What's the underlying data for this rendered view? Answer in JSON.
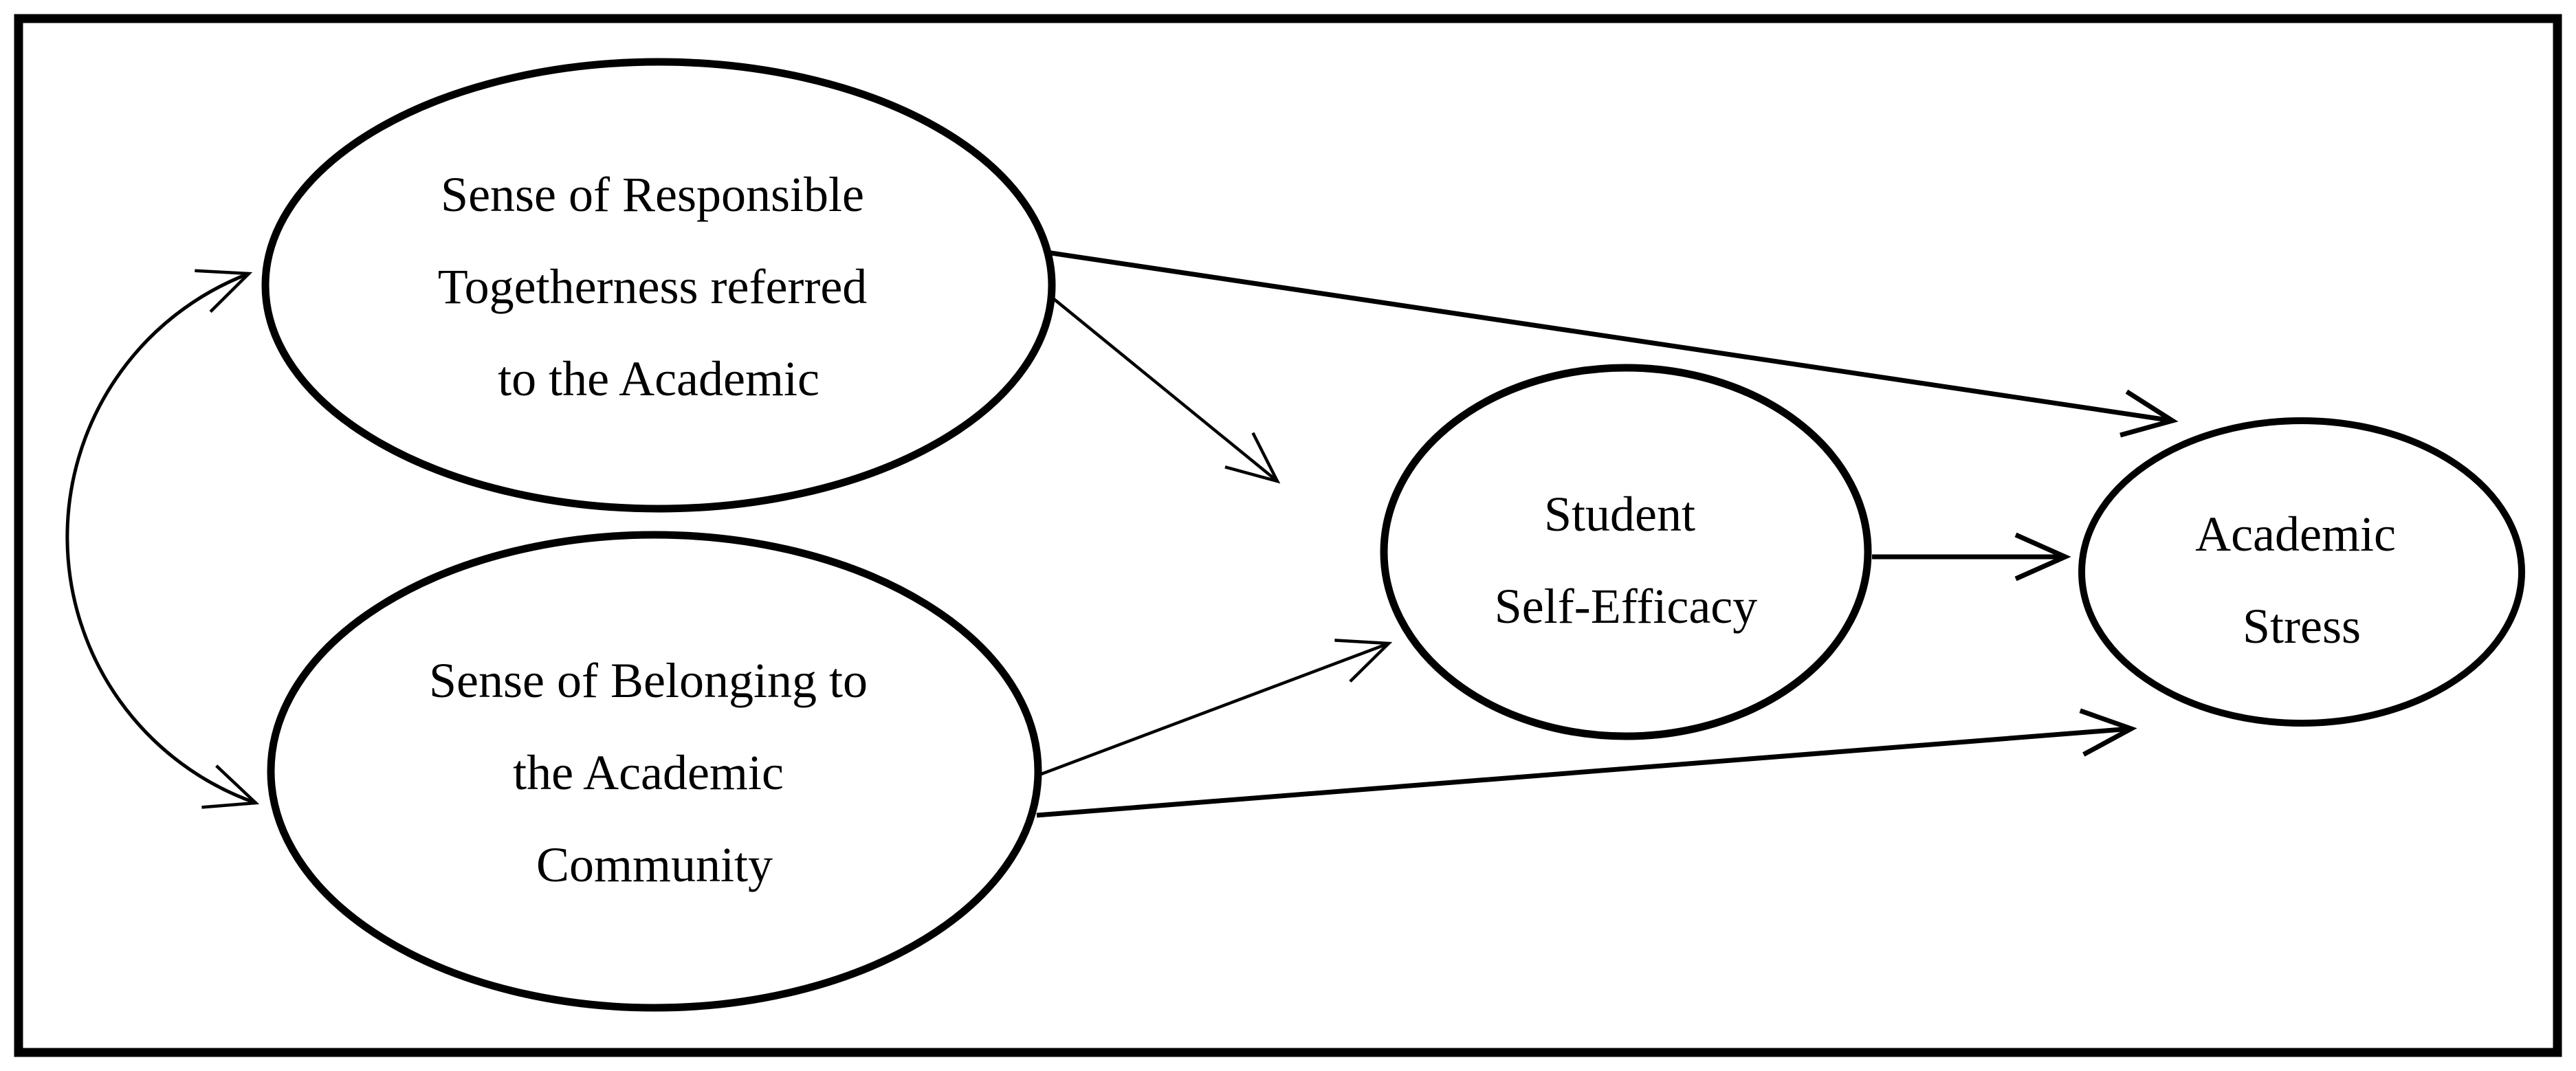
{
  "figure": {
    "type": "structural-model-path-diagram",
    "colors": {
      "ink": "#000000",
      "background": "#ffffff"
    },
    "nodes": [
      {
        "id": "responsible-togetherness",
        "shape": "ellipse",
        "lines": [
          "Sense of Responsible",
          "Togetherness referred",
          "to the Academic"
        ]
      },
      {
        "id": "belonging",
        "shape": "ellipse",
        "lines": [
          "Sense of Belonging to",
          "the Academic",
          "Community"
        ]
      },
      {
        "id": "self-efficacy",
        "shape": "ellipse",
        "lines": [
          "Student",
          "Self-Efficacy"
        ]
      },
      {
        "id": "academic-stress",
        "shape": "ellipse",
        "lines": [
          "Academic",
          "Stress"
        ]
      }
    ],
    "edges": [
      {
        "from": "responsible-togetherness",
        "to": "belonging",
        "style": "curved-double-headed"
      },
      {
        "from": "responsible-togetherness",
        "to": "self-efficacy",
        "style": "single-headed"
      },
      {
        "from": "responsible-togetherness",
        "to": "academic-stress",
        "style": "single-headed"
      },
      {
        "from": "belonging",
        "to": "self-efficacy",
        "style": "single-headed"
      },
      {
        "from": "belonging",
        "to": "academic-stress",
        "style": "single-headed"
      },
      {
        "from": "self-efficacy",
        "to": "academic-stress",
        "style": "single-headed"
      }
    ]
  }
}
